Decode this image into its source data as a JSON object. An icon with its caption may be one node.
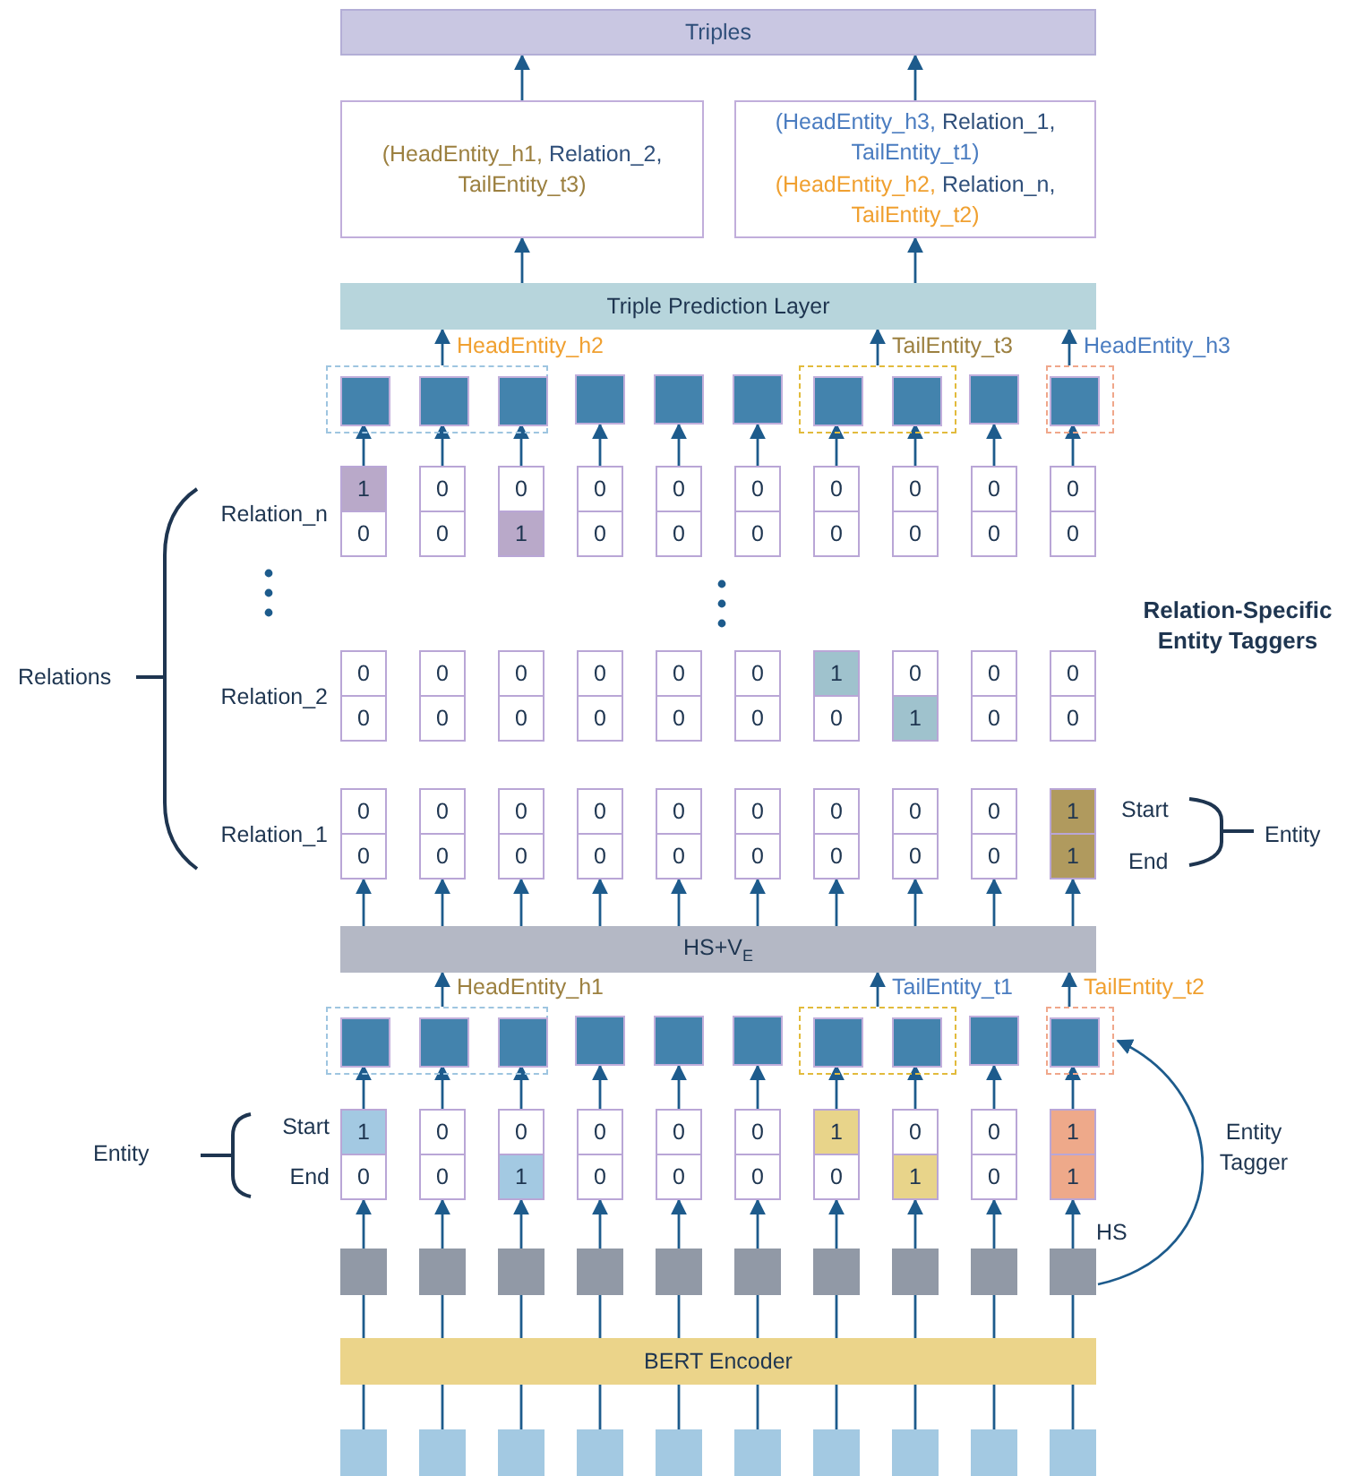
{
  "diagram": {
    "nodes": [
      {
        "text": [
          "Triples"
        ]
      },
      {
        "text": [
          "(HeadEntity_h1,",
          "Relation_2,",
          "TailEntity_t3)"
        ]
      },
      {
        "text": [
          "(HeadEntity_h3,",
          "Relation_1,",
          "TailEntity_t1)",
          "(HeadEntity_h2,",
          "Relation_n,",
          "TailEntity_t2)"
        ]
      },
      {
        "text": [
          "Triple Prediction Layer"
        ]
      },
      {
        "text": [],
        "shape": "box",
        "beside": [
          "HeadEntity_h2"
        ]
      },
      {
        "text": [],
        "shape": "box",
        "beside": [
          "TailEntity_t3"
        ]
      },
      {
        "text": [],
        "shape": "box",
        "beside": [
          "HeadEntity_h3"
        ]
      },
      {
        "text": [],
        "shape": "box",
        "in": 4
      },
      {
        "text": [],
        "shape": "box",
        "in": 4
      },
      {
        "text": [],
        "shape": "box",
        "in": 4
      },
      {
        "text": [],
        "shape": "box"
      },
      {
        "text": [],
        "shape": "box"
      },
      {
        "text": [],
        "shape": "box"
      },
      {
        "text": [],
        "shape": "box",
        "in": 5
      },
      {
        "text": [],
        "shape": "box",
        "in": 5
      },
      {
        "text": [],
        "shape": "box"
      },
      {
        "text": [],
        "shape": "box",
        "in": 6
      },
      {
        "text": [
          "1",
          "0"
        ]
      },
      {
        "text": [
          "0",
          "0"
        ]
      },
      {
        "text": [
          "0",
          "1"
        ]
      },
      {
        "text": [
          "0",
          "0"
        ]
      },
      {
        "text": [
          "0",
          "0"
        ]
      },
      {
        "text": [
          "0",
          "0"
        ]
      },
      {
        "text": [
          "0",
          "0"
        ]
      },
      {
        "text": [
          "0",
          "0"
        ]
      },
      {
        "text": [
          "0",
          "0"
        ]
      },
      {
        "text": [
          "0",
          "0"
        ]
      },
      {
        "text": [
          "0",
          "0"
        ]
      },
      {
        "text": [
          "0",
          "0"
        ]
      },
      {
        "text": [
          "0",
          "0"
        ]
      },
      {
        "text": [
          "0",
          "0"
        ]
      },
      {
        "text": [
          "0",
          "0"
        ]
      },
      {
        "text": [
          "0",
          "0"
        ]
      },
      {
        "text": [
          "1",
          "0"
        ]
      },
      {
        "text": [
          "0",
          "1"
        ]
      },
      {
        "text": [
          "0",
          "0"
        ]
      },
      {
        "text": [
          "0",
          "0"
        ]
      },
      {
        "text": [
          "0",
          "0"
        ]
      },
      {
        "text": [
          "0",
          "0"
        ]
      },
      {
        "text": [
          "0",
          "0"
        ]
      },
      {
        "text": [
          "0",
          "0"
        ]
      },
      {
        "text": [
          "0",
          "0"
        ]
      },
      {
        "text": [
          "0",
          "0"
        ]
      },
      {
        "text": [
          "0",
          "0"
        ]
      },
      {
        "text": [
          "0",
          "0"
        ]
      },
      {
        "text": [
          "0",
          "0"
        ]
      },
      {
        "text": [
          "1",
          "1"
        ]
      },
      {
        "text": [
          "HS+V$_{E}$"
        ]
      },
      {
        "text": [],
        "shape": "box",
        "beside": [
          "HeadEntity_h1"
        ]
      },
      {
        "text": [],
        "shape": "box",
        "beside": [
          "TailEntity_t1"
        ]
      },
      {
        "text": [],
        "shape": "box",
        "beside": [
          "TailEntity_t2"
        ]
      },
      {
        "text": [],
        "shape": "box",
        "in": 48
      },
      {
        "text": [],
        "shape": "box",
        "in": 48
      },
      {
        "text": [],
        "shape": "box",
        "in": 48
      },
      {
        "text": [],
        "shape": "box"
      },
      {
        "text": [],
        "shape": "box"
      },
      {
        "text": [],
        "shape": "box"
      },
      {
        "text": [],
        "shape": "box",
        "in": 49
      },
      {
        "text": [],
        "shape": "box",
        "in": 49
      },
      {
        "text": [],
        "shape": "box"
      },
      {
        "text": [],
        "shape": "box",
        "in": 50
      },
      {
        "text": [
          "1",
          "0"
        ]
      },
      {
        "text": [
          "0",
          "0"
        ]
      },
      {
        "text": [
          "0",
          "1"
        ]
      },
      {
        "text": [
          "0",
          "0"
        ]
      },
      {
        "text": [
          "0",
          "0"
        ]
      },
      {
        "text": [
          "0",
          "0"
        ]
      },
      {
        "text": [
          "1",
          "0"
        ]
      },
      {
        "text": [
          "0",
          "1"
        ]
      },
      {
        "text": [
          "0",
          "0"
        ]
      },
      {
        "text": [
          "1",
          "1"
        ]
      },
      {
        "text": [],
        "shape": "box"
      },
      {
        "text": [],
        "shape": "box"
      },
      {
        "text": [],
        "shape": "box"
      },
      {
        "text": [],
        "shape": "box"
      },
      {
        "text": [],
        "shape": "box"
      },
      {
        "text": [],
        "shape": "box"
      },
      {
        "text": [],
        "shape": "box"
      },
      {
        "text": [],
        "shape": "box"
      },
      {
        "text": [],
        "shape": "box"
      },
      {
        "text": [],
        "shape": "box"
      },
      {
        "text": [
          "BERT Encoder"
        ]
      },
      {
        "text": [],
        "shape": "box"
      },
      {
        "text": [],
        "shape": "box"
      },
      {
        "text": [],
        "shape": "box"
      },
      {
        "text": [],
        "shape": "box"
      },
      {
        "text": [],
        "shape": "box"
      },
      {
        "text": [],
        "shape": "box"
      },
      {
        "text": [],
        "shape": "box"
      },
      {
        "text": [],
        "shape": "box"
      },
      {
        "text": [],
        "shape": "box"
      },
      {
        "text": [],
        "shape": "box"
      }
    ],
    "edges": [
      {
        "from": 1,
        "to": 0,
        "arrow": "to"
      },
      {
        "from": 2,
        "to": 0,
        "arrow": "to"
      },
      {
        "from": 3,
        "to": 1,
        "arrow": "to"
      },
      {
        "from": 3,
        "to": 2,
        "arrow": "to"
      },
      {
        "from": 4,
        "to": 3,
        "arrow": "to"
      },
      {
        "from": 5,
        "to": 3,
        "arrow": "to"
      },
      {
        "from": 6,
        "to": 3,
        "arrow": "to"
      },
      {
        "from": 17,
        "to": 7,
        "arrow": "to"
      },
      {
        "from": 18,
        "to": 8,
        "arrow": "to"
      },
      {
        "from": 19,
        "to": 9,
        "arrow": "to"
      },
      {
        "from": 20,
        "to": 10,
        "arrow": "to"
      },
      {
        "from": 21,
        "to": 11,
        "arrow": "to"
      },
      {
        "from": 22,
        "to": 12,
        "arrow": "to"
      },
      {
        "from": 23,
        "to": 13,
        "arrow": "to"
      },
      {
        "from": 24,
        "to": 14,
        "arrow": "to"
      },
      {
        "from": 25,
        "to": 15,
        "arrow": "to"
      },
      {
        "from": 26,
        "to": 16,
        "arrow": "to"
      },
      {
        "from": 47,
        "to": 37,
        "arrow": "to"
      },
      {
        "from": 47,
        "to": 38,
        "arrow": "to"
      },
      {
        "from": 47,
        "to": 39,
        "arrow": "to"
      },
      {
        "from": 47,
        "to": 40,
        "arrow": "to"
      },
      {
        "from": 47,
        "to": 41,
        "arrow": "to"
      },
      {
        "from": 47,
        "to": 42,
        "arrow": "to"
      },
      {
        "from": 47,
        "to": 43,
        "arrow": "to"
      },
      {
        "from": 47,
        "to": 44,
        "arrow": "to"
      },
      {
        "from": 47,
        "to": 45,
        "arrow": "to"
      },
      {
        "from": 47,
        "to": 46,
        "arrow": "to"
      },
      {
        "from": 48,
        "to": 47,
        "arrow": "to"
      },
      {
        "from": 49,
        "to": 47,
        "arrow": "to"
      },
      {
        "from": 50,
        "to": 47,
        "arrow": "to"
      },
      {
        "from": 61,
        "to": 51,
        "arrow": "to"
      },
      {
        "from": 62,
        "to": 52,
        "arrow": "to"
      },
      {
        "from": 63,
        "to": 53,
        "arrow": "to"
      },
      {
        "from": 64,
        "to": 54,
        "arrow": "to"
      },
      {
        "from": 65,
        "to": 55,
        "arrow": "to"
      },
      {
        "from": 66,
        "to": 56,
        "arrow": "to"
      },
      {
        "from": 67,
        "to": 57,
        "arrow": "to"
      },
      {
        "from": 68,
        "to": 58,
        "arrow": "to"
      },
      {
        "from": 69,
        "to": 59,
        "arrow": "to"
      },
      {
        "from": 70,
        "to": 60,
        "arrow": "to"
      },
      {
        "from": 71,
        "to": 61,
        "arrow": "to"
      },
      {
        "from": 72,
        "to": 62,
        "arrow": "to"
      },
      {
        "from": 73,
        "to": 63,
        "arrow": "to"
      },
      {
        "from": 74,
        "to": 64,
        "arrow": "to"
      },
      {
        "from": 75,
        "to": 65,
        "arrow": "to"
      },
      {
        "from": 76,
        "to": 66,
        "arrow": "to"
      },
      {
        "from": 77,
        "to": 67,
        "arrow": "to"
      },
      {
        "from": 78,
        "to": 68,
        "arrow": "to"
      },
      {
        "from": 79,
        "to": 69,
        "arrow": "to"
      },
      {
        "from": 80,
        "to": 70,
        "arrow": "to"
      },
      {
        "from": 81,
        "to": 71,
        "arrow": "none"
      },
      {
        "from": 81,
        "to": 72,
        "arrow": "none"
      },
      {
        "from": 81,
        "to": 73,
        "arrow": "none"
      },
      {
        "from": 81,
        "to": 74,
        "arrow": "none"
      },
      {
        "from": 81,
        "to": 75,
        "arrow": "none"
      },
      {
        "from": 81,
        "to": 76,
        "arrow": "none"
      },
      {
        "from": 81,
        "to": 77,
        "arrow": "none"
      },
      {
        "from": 81,
        "to": 78,
        "arrow": "none"
      },
      {
        "from": 81,
        "to": 79,
        "arrow": "none"
      },
      {
        "from": 81,
        "to": 80,
        "arrow": "none"
      },
      {
        "from": 82,
        "to": 81,
        "arrow": "none"
      },
      {
        "from": 83,
        "to": 81,
        "arrow": "none"
      },
      {
        "from": 84,
        "to": 81,
        "arrow": "none"
      },
      {
        "from": 85,
        "to": 81,
        "arrow": "none"
      },
      {
        "from": 86,
        "to": 81,
        "arrow": "none"
      },
      {
        "from": 87,
        "to": 81,
        "arrow": "none"
      },
      {
        "from": 88,
        "to": 81,
        "arrow": "none"
      },
      {
        "from": 89,
        "to": 81,
        "arrow": "none"
      },
      {
        "from": 90,
        "to": 81,
        "arrow": "none"
      },
      {
        "from": 91,
        "to": 81,
        "arrow": "none"
      },
      {
        "from": 80,
        "to": 50,
        "arrow": "to",
        "label": "Entity Tagger"
      }
    ],
    "labels": [
      "Relation_n",
      "Relation_2",
      "Relation_1",
      "Relations",
      "Relation-Specific Entity Taggers",
      "Start",
      "End",
      "Entity",
      "Entity",
      "Start",
      "End",
      "HS"
    ]
  }
}
